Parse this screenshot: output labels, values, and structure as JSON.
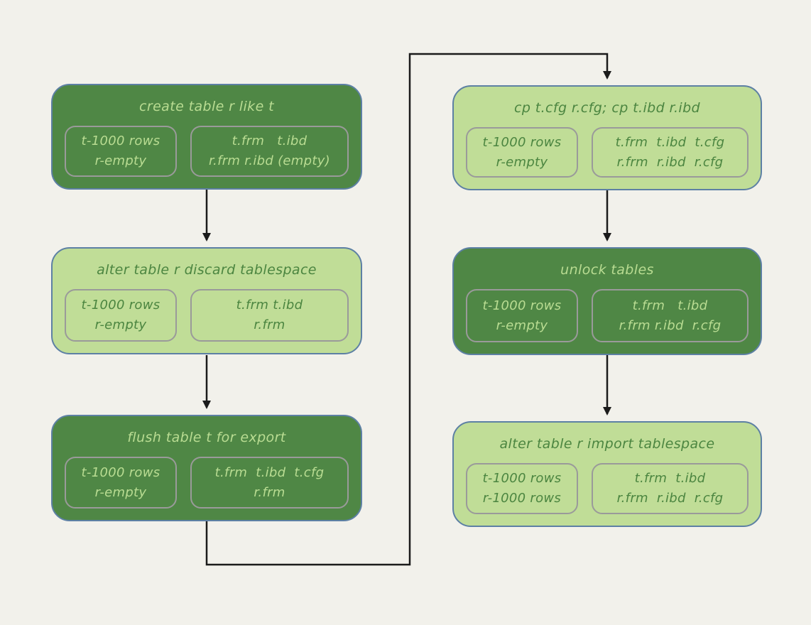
{
  "diagram": {
    "nodes": [
      {
        "id": "create-table-r-like-t",
        "variant": "dark",
        "title": "create table r like t",
        "rows": [
          "t-1000 rows",
          "r-empty"
        ],
        "files": [
          "t.frm   t.ibd",
          "r.frm r.ibd (empty)"
        ]
      },
      {
        "id": "alter-table-r-discard-tablespace",
        "variant": "light",
        "title": "alter table r discard tablespace",
        "rows": [
          "t-1000 rows",
          "r-empty"
        ],
        "files": [
          "t.frm t.ibd",
          "r.frm"
        ]
      },
      {
        "id": "flush-table-t-for-export",
        "variant": "dark",
        "title": "flush table t for export",
        "rows": [
          "t-1000 rows",
          "r-empty"
        ],
        "files": [
          "t.frm  t.ibd  t.cfg",
          "r.frm"
        ]
      },
      {
        "id": "cp-cfg-ibd-files",
        "variant": "light",
        "title": "cp t.cfg r.cfg; cp t.ibd r.ibd",
        "rows": [
          "t-1000 rows",
          "r-empty"
        ],
        "files": [
          "t.frm  t.ibd  t.cfg",
          "r.frm  r.ibd  r.cfg"
        ]
      },
      {
        "id": "unlock-tables",
        "variant": "dark",
        "title": "unlock tables",
        "rows": [
          "t-1000 rows",
          "r-empty"
        ],
        "files": [
          "t.frm   t.ibd",
          "r.frm r.ibd  r.cfg"
        ]
      },
      {
        "id": "alter-table-r-import-tablespace",
        "variant": "light",
        "title": "alter table r import tablespace",
        "rows": [
          "t-1000 rows",
          "r-1000 rows"
        ],
        "files": [
          "t.frm  t.ibd",
          "r.frm  r.ibd  r.cfg"
        ]
      }
    ],
    "edges": [
      {
        "from": "create-table-r-like-t",
        "to": "alter-table-r-discard-tablespace"
      },
      {
        "from": "alter-table-r-discard-tablespace",
        "to": "flush-table-t-for-export"
      },
      {
        "from": "flush-table-t-for-export",
        "to": "cp-cfg-ibd-files"
      },
      {
        "from": "cp-cfg-ibd-files",
        "to": "unlock-tables"
      },
      {
        "from": "unlock-tables",
        "to": "alter-table-r-import-tablespace"
      }
    ],
    "colors": {
      "background": "#f2f1eb",
      "node_dark_fill": "#4f8745",
      "node_light_fill": "#c0dd97",
      "node_border": "#5d80a4",
      "inner_box_border": "#9a9a9a",
      "text_on_dark": "#b9dc92",
      "text_on_light": "#4b8540",
      "arrow": "#1b1b1b"
    }
  }
}
